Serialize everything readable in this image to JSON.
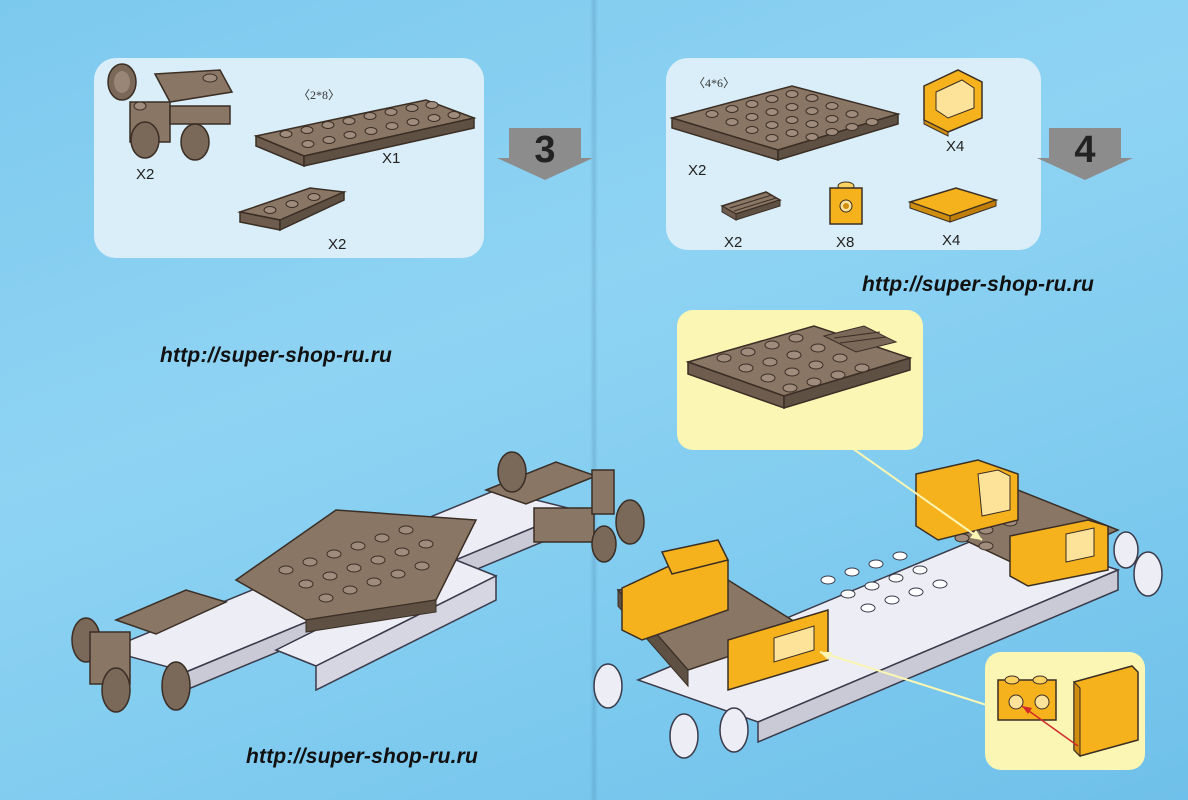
{
  "step3": {
    "number": "3",
    "parts": [
      {
        "qty": "X2"
      },
      {
        "size": "〈2*8〉",
        "qty": "X1"
      },
      {
        "qty": "X2"
      }
    ]
  },
  "step4": {
    "number": "4",
    "parts": [
      {
        "size": "〈4*6〉",
        "qty": "X2"
      },
      {
        "qty": "X4"
      },
      {
        "qty": "X2"
      },
      {
        "qty": "X8"
      },
      {
        "qty": "X4"
      }
    ]
  },
  "watermarks": [
    "http://super-shop-ru.ru",
    "http://super-shop-ru.ru",
    "http://super-shop-ru.ru"
  ],
  "colors": {
    "background": "#86cff1",
    "brick_brown": "#8a7665",
    "brick_yellow": "#f6b21c",
    "brick_white": "#ecedf5",
    "detail_panel": "#fbf6b3",
    "arrow_gray": "#8c8c8c"
  }
}
